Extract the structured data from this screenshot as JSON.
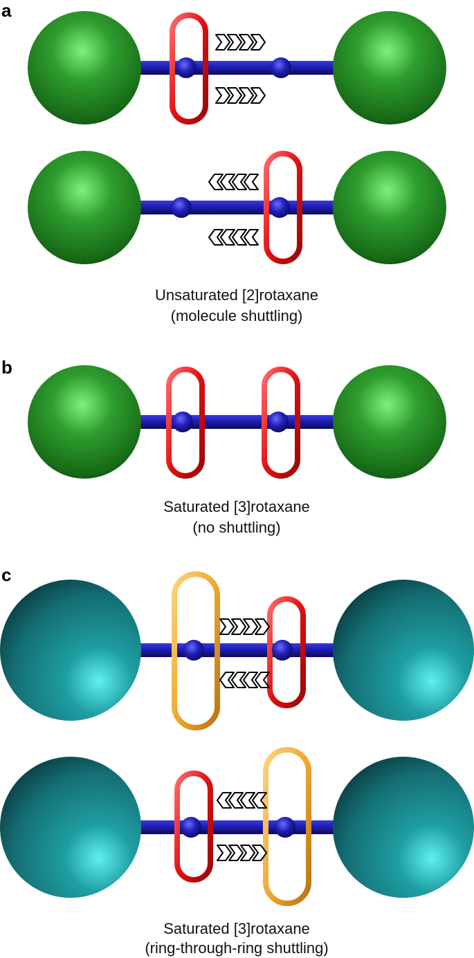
{
  "panels": [
    {
      "label": "a",
      "caption_lines": [
        "Unsaturated [2]rotaxane",
        "(molecule shuttling)"
      ]
    },
    {
      "label": "b",
      "caption_lines": [
        "Saturated [3]rotaxane",
        "(no shuttling)"
      ]
    },
    {
      "label": "c",
      "caption_lines": [
        "Saturated [3]rotaxane",
        "(ring-through-ring shuttling)"
      ]
    }
  ],
  "colors": {
    "stopper_green": "#2a8f2a",
    "stopper_teal": "#1a7a80",
    "axle_blue": "#1a1aa0",
    "ring_red": "#e01010",
    "ring_orange": "#f0a830",
    "arrow_outline": "#000000"
  },
  "icons": [
    "chevron-arrow-right-icon",
    "chevron-arrow-left-icon",
    "stopper-sphere-icon",
    "macrocycle-ring-icon"
  ]
}
